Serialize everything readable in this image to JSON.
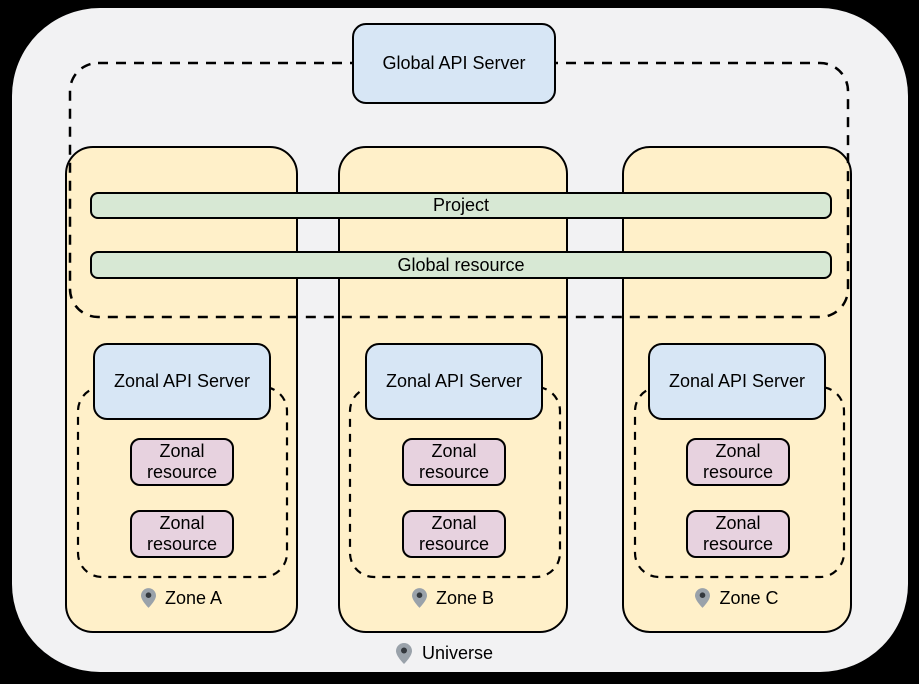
{
  "global_api_server": {
    "label": "Global API Server"
  },
  "bars": {
    "project": "Project",
    "global_resource": "Global resource"
  },
  "zones": [
    {
      "name": "Zone A",
      "api_server": "Zonal API Server",
      "resources": [
        "Zonal resource",
        "Zonal resource"
      ]
    },
    {
      "name": "Zone B",
      "api_server": "Zonal API Server",
      "resources": [
        "Zonal resource",
        "Zonal resource"
      ]
    },
    {
      "name": "Zone C",
      "api_server": "Zonal API Server",
      "resources": [
        "Zonal resource",
        "Zonal resource"
      ]
    }
  ],
  "universe": {
    "label": "Universe"
  },
  "icons": {
    "zone_marker": "location-pin-icon",
    "universe_marker": "location-pin-icon"
  },
  "colors": {
    "background": "#000000",
    "universe_fill": "#f2f2f3",
    "zone_fill": "#fff0c9",
    "api_server_fill": "#d7e6f5",
    "bar_fill": "#d7e8d4",
    "resource_fill": "#e7d2df",
    "outline": "#000000",
    "pin_body": "#9aa2aa",
    "pin_dot": "#33383d"
  }
}
